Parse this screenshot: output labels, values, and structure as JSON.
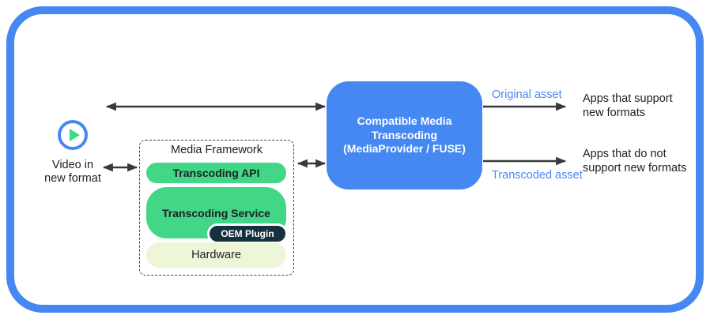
{
  "source": {
    "icon": "play-icon",
    "label": "Video in\nnew format"
  },
  "media_framework": {
    "title": "Media Framework",
    "layers": [
      {
        "label": "Transcoding API"
      },
      {
        "label": "Transcoding Service",
        "badge": "OEM Plugin"
      },
      {
        "label": "Hardware"
      }
    ]
  },
  "transcoder": {
    "label": "Compatible Media\nTranscoding\n(MediaProvider / FUSE)"
  },
  "outputs": [
    {
      "arrow_label": "Original asset",
      "target": "Apps that support\nnew formats"
    },
    {
      "arrow_label": "Transcoded asset",
      "target": "Apps that do not\nsupport new formats"
    }
  ],
  "colors": {
    "frame_blue": "#4688f1",
    "transcoder_blue": "#4688f1",
    "asset_label_blue": "#4c87f3",
    "layer_green": "#41d786",
    "hardware_pale_green": "#eef6d8",
    "oem_badge_navy": "#15303f",
    "play_triangle_green": "#3ddc84",
    "arrow_gray": "#37393c"
  }
}
